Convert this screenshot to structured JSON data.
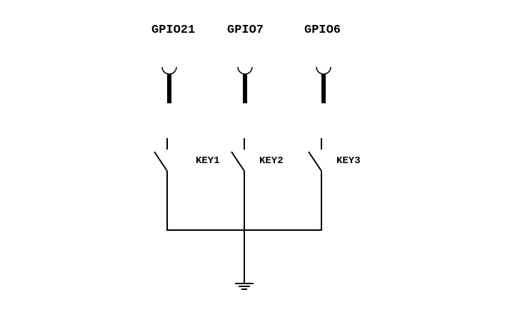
{
  "diagram": {
    "gpio_labels": [
      "GPIO21",
      "GPIO7",
      "GPIO6"
    ],
    "key_labels": [
      "KEY1",
      "KEY2",
      "KEY3"
    ],
    "line_color": "#000000",
    "background": "#ffffff"
  }
}
